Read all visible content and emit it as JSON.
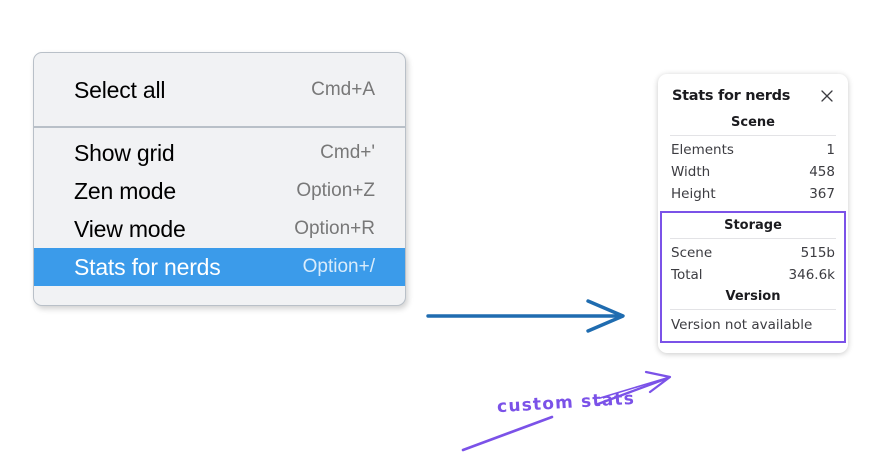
{
  "context_menu": {
    "name": "canvas-context-menu",
    "groups": [
      {
        "items": [
          {
            "label": "Select all",
            "shortcut": "Cmd+A",
            "selected": false
          }
        ]
      },
      {
        "items": [
          {
            "label": "Show grid",
            "shortcut": "Cmd+'",
            "selected": false
          },
          {
            "label": "Zen mode",
            "shortcut": "Option+Z",
            "selected": false
          },
          {
            "label": "View mode",
            "shortcut": "Option+R",
            "selected": false
          },
          {
            "label": "Stats for nerds",
            "shortcut": "Option+/",
            "selected": true
          }
        ]
      }
    ],
    "highlight_color": "#3b9bea",
    "background_color": "#f1f2f4"
  },
  "stats_panel": {
    "title": "Stats for nerds",
    "close_icon": "close-icon",
    "sections": [
      {
        "heading": "Scene",
        "rows": [
          {
            "key": "Elements",
            "value": "1"
          },
          {
            "key": "Width",
            "value": "458"
          },
          {
            "key": "Height",
            "value": "367"
          }
        ]
      },
      {
        "heading": "Storage",
        "highlighted": true,
        "rows": [
          {
            "key": "Scene",
            "value": "515b"
          },
          {
            "key": "Total",
            "value": "346.6k"
          }
        ]
      },
      {
        "heading": "Version",
        "highlighted": true,
        "full_rows": [
          "Version not available"
        ]
      }
    ],
    "highlight_border_color": "#7b52e8"
  },
  "annotations": {
    "blue_arrow": {
      "name": "blue-arrow",
      "color": "#1f6cb0"
    },
    "purple_label": {
      "text": "custom stats",
      "color": "#7b52e8"
    },
    "purple_arrow": {
      "name": "purple-arrow",
      "color": "#7b52e8"
    },
    "purple_underline": {
      "name": "purple-underline-stroke",
      "color": "#7b52e8"
    }
  }
}
